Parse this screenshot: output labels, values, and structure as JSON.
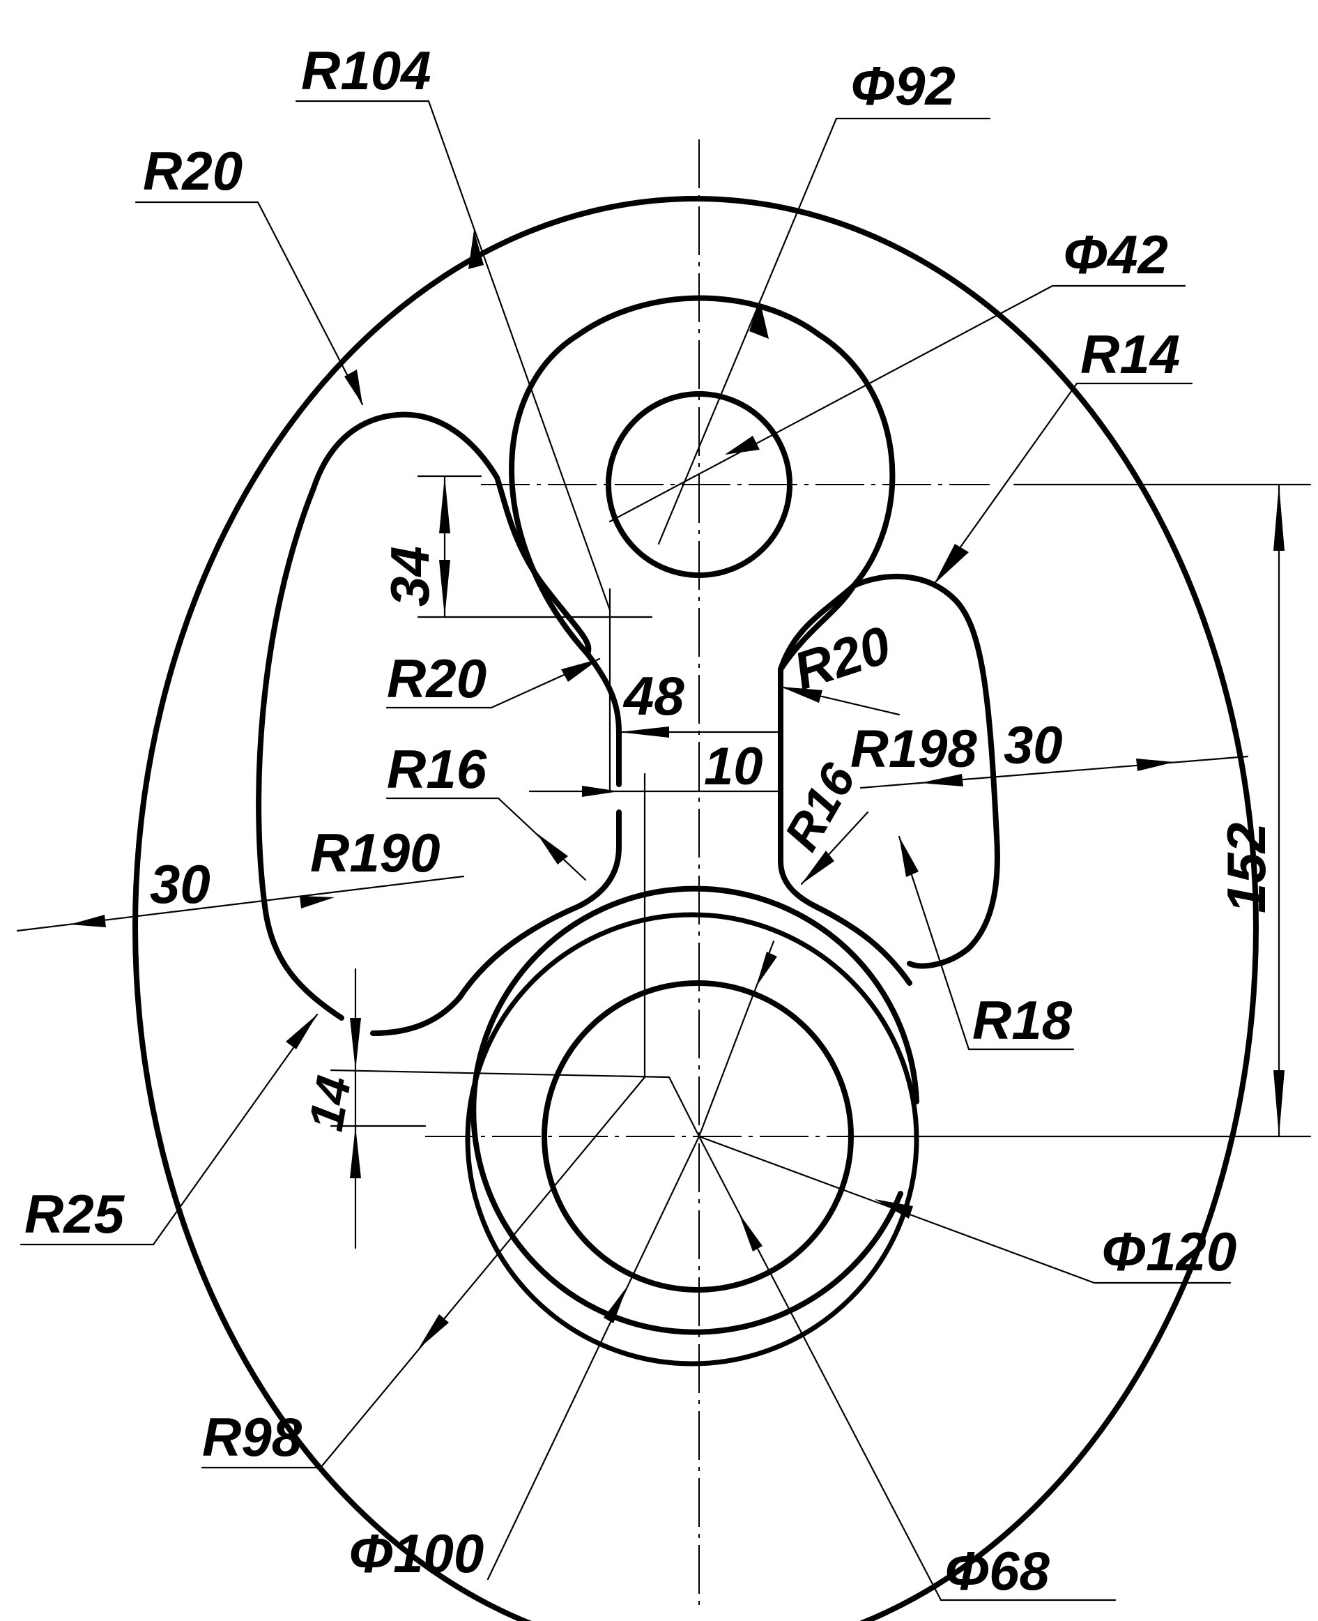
{
  "labels": {
    "r104": "R104",
    "phi92": "Φ92",
    "r20_top_left": "R20",
    "phi42": "Φ42",
    "r14": "R14",
    "dim34": "34",
    "r20_mid_left": "R20",
    "dim48": "48",
    "r20_mid_right": "R20",
    "r198": "R198",
    "dim30_right": "30",
    "dim10": "10",
    "r16_left": "R16",
    "r16_right": "R16",
    "dim152": "152",
    "dim30_left": "30",
    "r190": "R190",
    "r18": "R18",
    "dim14": "14",
    "r25": "R25",
    "phi120": "Φ120",
    "r98": "R98",
    "phi100": "Φ100",
    "phi68": "Φ68"
  }
}
